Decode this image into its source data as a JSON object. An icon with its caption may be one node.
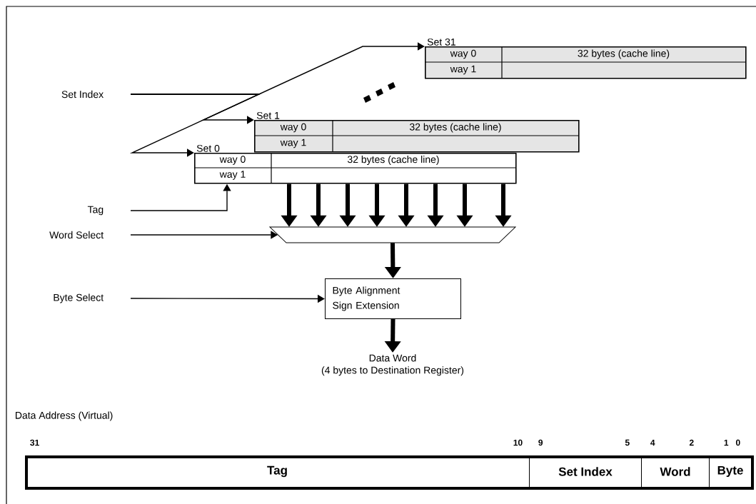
{
  "diagram": {
    "nodes": [
      {
        "text": [
          "Set Index"
        ]
      },
      {
        "text": [
          "Set 31",
          "way 0",
          "32 bytes (cache line)",
          "way 1"
        ]
      },
      {
        "text": [
          "Set 1",
          "way 0",
          "32 bytes (cache line)",
          "way 1"
        ]
      },
      {
        "text": [
          "Set 0",
          "way 0",
          "32 bytes (cache line)",
          "way 1"
        ]
      },
      {
        "text": [
          "Tag"
        ]
      },
      {
        "text": [
          "Word Select"
        ]
      },
      {
        "text": [],
        "shape": "trapezoid"
      },
      {
        "text": [
          "Byte Select"
        ]
      },
      {
        "text": [
          "Byte Alignment",
          "Sign Extension"
        ]
      },
      {
        "text": [
          "Data Word",
          "(4 bytes to Destination Register)"
        ]
      },
      {
        "text": [],
        "shape": "box"
      },
      {
        "text": [
          "Tag"
        ],
        "in": 10
      },
      {
        "text": [
          "Set Index"
        ],
        "in": 10
      },
      {
        "text": [
          "Word"
        ],
        "in": 10
      },
      {
        "text": [
          "Byte"
        ],
        "in": 10
      }
    ],
    "edges": [
      {
        "from": 0,
        "to": 1,
        "arrow": "to"
      },
      {
        "from": 0,
        "to": 2,
        "arrow": "to"
      },
      {
        "from": 0,
        "to": 3,
        "arrow": "to"
      },
      {
        "from": 4,
        "to": 3,
        "arrow": "to"
      },
      {
        "from": 3,
        "to": 6,
        "arrow": "to"
      },
      {
        "from": 3,
        "to": 6,
        "arrow": "to"
      },
      {
        "from": 3,
        "to": 6,
        "arrow": "to"
      },
      {
        "from": 3,
        "to": 6,
        "arrow": "to"
      },
      {
        "from": 3,
        "to": 6,
        "arrow": "to"
      },
      {
        "from": 3,
        "to": 6,
        "arrow": "to"
      },
      {
        "from": 3,
        "to": 6,
        "arrow": "to"
      },
      {
        "from": 3,
        "to": 6,
        "arrow": "to"
      },
      {
        "from": 5,
        "to": 6,
        "arrow": "to"
      },
      {
        "from": 6,
        "to": 8,
        "arrow": "to"
      },
      {
        "from": 7,
        "to": 8,
        "arrow": "to"
      },
      {
        "from": 8,
        "to": 9,
        "arrow": "to"
      }
    ],
    "labels": [
      "Data Address (Virtual)",
      "31",
      "10",
      "9",
      "5",
      "4",
      "2",
      "1",
      "0"
    ]
  }
}
